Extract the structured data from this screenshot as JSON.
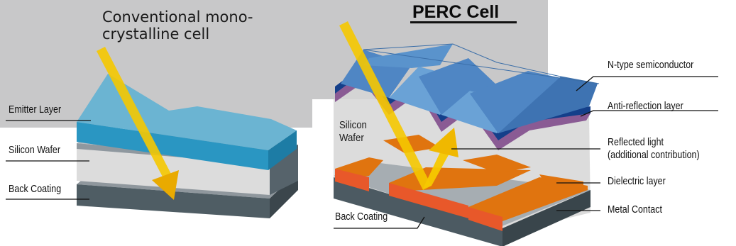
{
  "conventional": {
    "title_line1": "Conventional mono-",
    "title_line2": "crystalline cell",
    "labels": {
      "emitter": "Emitter Layer",
      "silicon": "Silicon Wafer",
      "back": "Back Coating"
    }
  },
  "perc": {
    "title": "PERC Cell",
    "silicon_line1": "Silicon",
    "silicon_line2": "Wafer",
    "labels": {
      "ntype": "N-type semiconductor",
      "antireflection": "Anti-reflection layer",
      "reflected_line1": "Reflected light",
      "reflected_line2": "(additional contribution)",
      "dielectric": "Dielectric layer",
      "metal": "Metal Contact",
      "back": "Back Coating"
    }
  },
  "colors": {
    "background_panel": "#c8c8c9",
    "emitter_top": "#6bb4d2",
    "emitter_front": "#2a96c2",
    "silicon": "#9aa1a8",
    "back_coating": "#4f5d64",
    "n_type_dark": "#143f8a",
    "n_type_light": "#5a93cc",
    "anti_reflection": "#8a5b94",
    "dielectric": "#e0740f",
    "dielectric_red": "#e8582a",
    "light_ray": "#f3c400"
  }
}
